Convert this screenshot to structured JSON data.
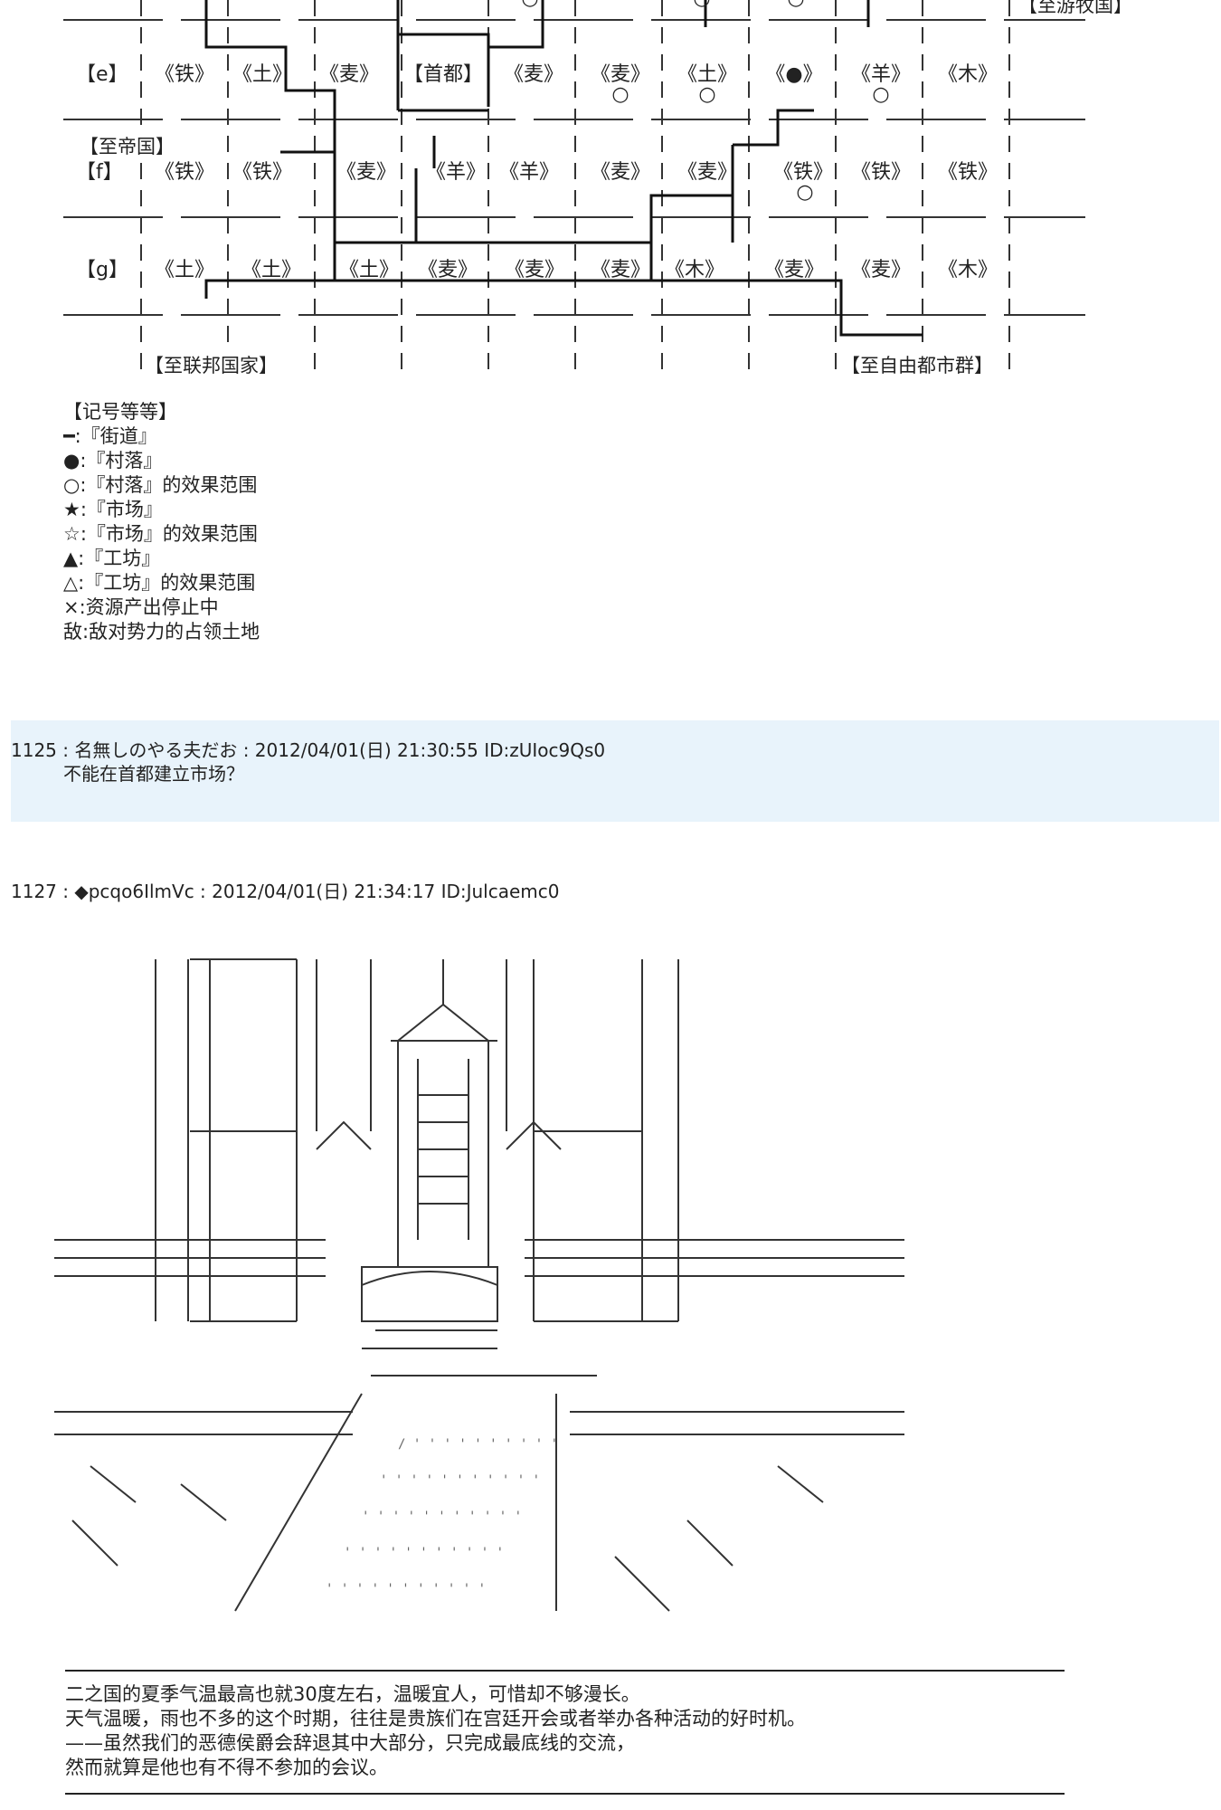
{
  "map": {
    "rows": [
      {
        "label": "【e】",
        "cells": [
          "《铁》",
          "《土》",
          "《麦》",
          "【首都】",
          "《麦》",
          "《麦》",
          "《土》",
          "《●》",
          "《羊》",
          "《木》"
        ],
        "marks": [
          "",
          "",
          "",
          "",
          "",
          "○",
          "○",
          "",
          "○",
          ""
        ]
      },
      {
        "label": "【f】",
        "cells": [
          "《铁》",
          "《铁》",
          "《麦》",
          "《羊》",
          "《羊》",
          "《麦》",
          "《麦》",
          "《铁》",
          "《铁》",
          "《铁》"
        ],
        "marks": [
          "",
          "",
          "",
          "",
          "",
          "",
          "",
          "○",
          "",
          ""
        ]
      },
      {
        "label": "【g】",
        "cells": [
          "《土》",
          "《土》",
          "《土》",
          "《麦》",
          "《麦》",
          "《麦》",
          "《木》",
          "《麦》",
          "《麦》",
          "《木》"
        ],
        "marks": [
          "",
          "",
          "",
          "",
          "",
          "",
          "",
          "",
          "",
          ""
        ]
      }
    ],
    "top_marks": [
      "○",
      "○",
      "○"
    ],
    "tags": {
      "to_nomad": "【至游牧国】",
      "to_empire": "【至帝国】",
      "to_federation": "【至联邦国家】",
      "to_free_cities": "【至自由都市群】"
    }
  },
  "legend": {
    "title": "【记号等等】",
    "items": [
      "━:『街道』",
      "●:『村落』",
      "○:『村落』的效果范围",
      "★:『市场』",
      "☆:『市场』的效果范围",
      "▲:『工坊』",
      "△:『工坊』的效果范围",
      "×:资源产出停止中",
      "敌:敌对势力的占领土地"
    ]
  },
  "post1125": {
    "header": "1125 : 名無しのやる夫だお : 2012/04/01(日) 21:30:55 ID:zUIoc9Qs0",
    "body": "不能在首都建立市场？"
  },
  "post1127": {
    "header": "1127 : ◆pcqo6IlmVc : 2012/04/01(日) 21:34:17 ID:Julcaemc0"
  },
  "narration": [
    "二之国的夏季气温最高也就30度左右，温暖宜人，可惜却不够漫长。",
    "天气温暖，雨也不多的这个时期，往往是贵族们在宫廷开会或者举办各种活动的好时机。",
    "——虽然我们的恶德侯爵会辞退其中大部分，只完成最底线的交流，",
    "然而就算是他也有不得不参加的会议。"
  ]
}
